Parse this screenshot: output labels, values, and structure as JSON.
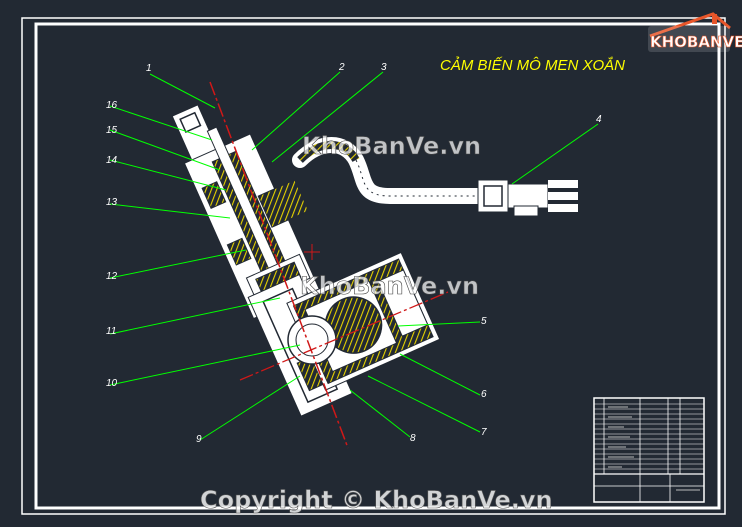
{
  "drawing": {
    "title": "CẢM BIẾN MÔ MEN XOẮN",
    "part_labels": [
      "1",
      "2",
      "3",
      "4",
      "5",
      "6",
      "7",
      "8",
      "9",
      "10",
      "11",
      "12",
      "13",
      "14",
      "15",
      "16"
    ]
  },
  "watermarks": [
    "KhoBanVe.vn",
    "KhoBanVe.vn"
  ],
  "copyright": "Copyright © KhoBanVe.vn",
  "logo": {
    "text": "KHOBANVE"
  },
  "colors": {
    "background": "#222933",
    "frame": "#ffffff",
    "leader_lines": "#00ff00",
    "title": "#ffff00",
    "hatch": "#e6d200",
    "centerline": "#d01818"
  }
}
